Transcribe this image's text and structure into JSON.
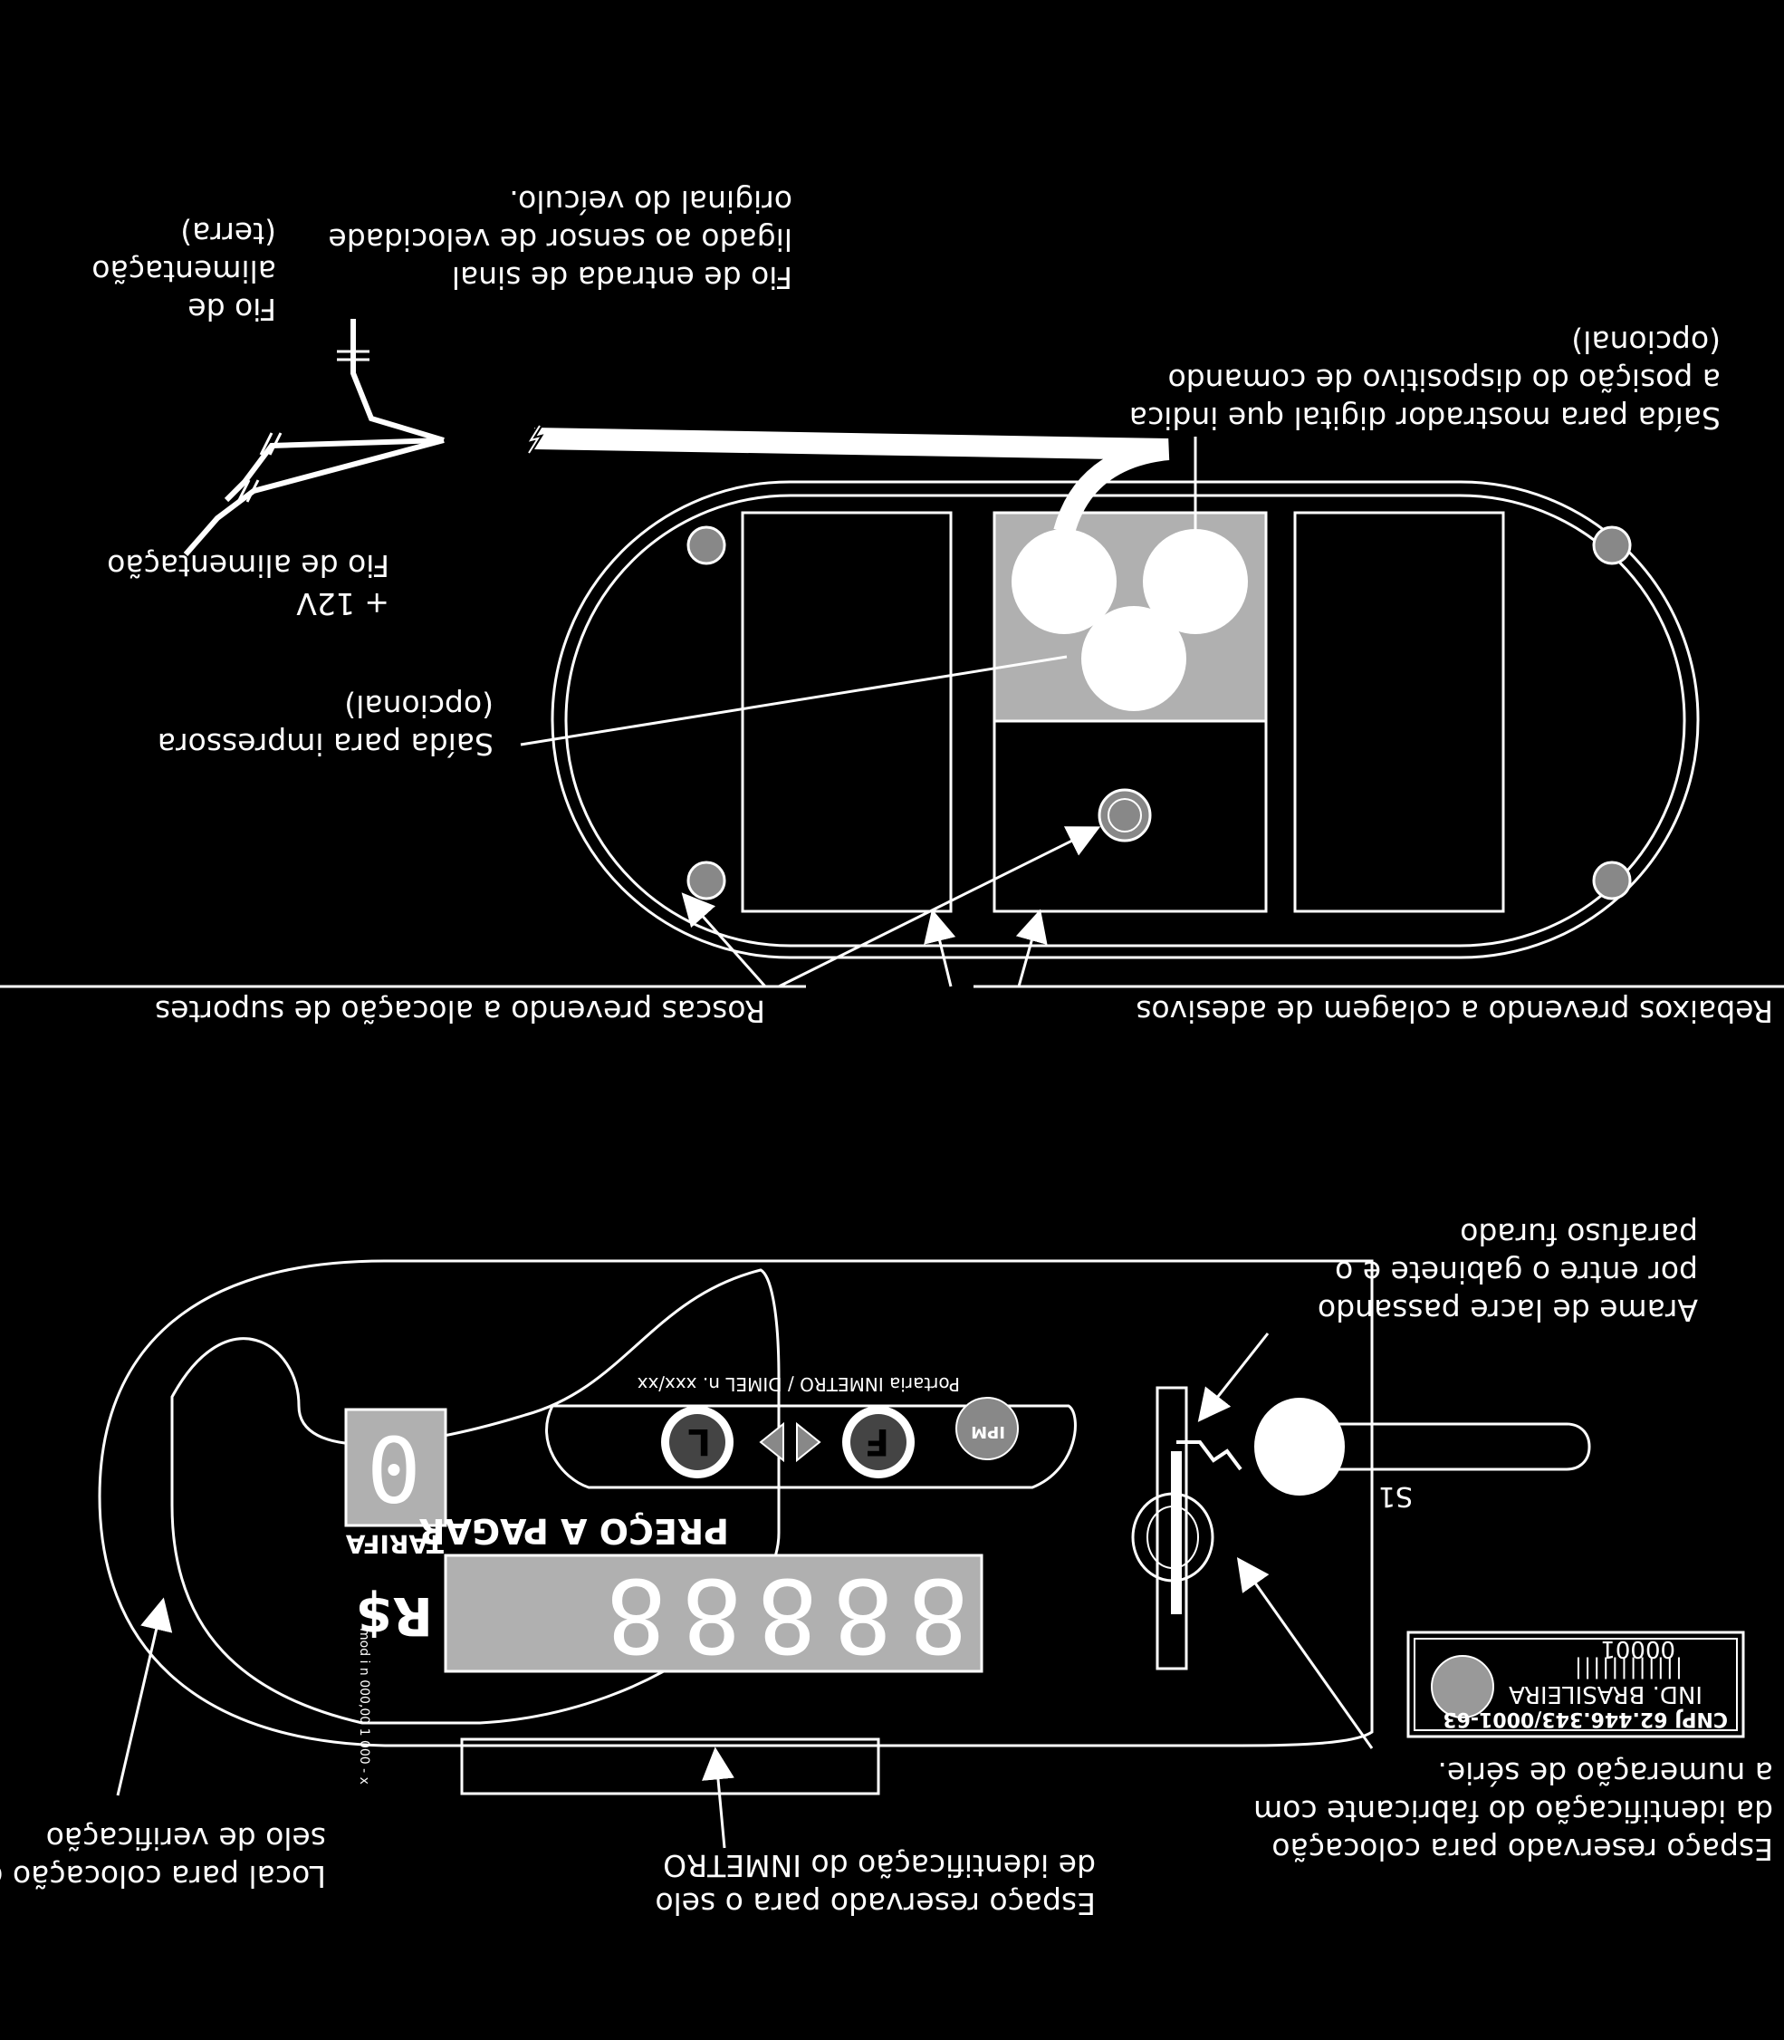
{
  "colors": {
    "background": "#000000",
    "ink": "#ffffff",
    "panel_gray": "#b0b0b0"
  },
  "top_diagram": {
    "wire_ground": {
      "line1": "Fio de",
      "line2": "alimentação",
      "line3": "(terra)"
    },
    "wire_signal": {
      "line1": "Fio de entrada de sinal",
      "line2": "ligado ao sensor de velocidade",
      "line3": "original do veículo."
    },
    "output_display": {
      "line1": "Saída para mostrador digital que indica",
      "line2": "a posição do dispositivo de comando",
      "line3": "(opcional)"
    },
    "wire_power": {
      "line1": "+ 12V",
      "line2": "Fio de alimentação"
    },
    "output_printer": {
      "line1": "Saída para impressora",
      "line2": "(opcional)"
    },
    "threads_label": "Roscas prevendo a alocação de  suportes",
    "recesses_label": "Rebaixos prevendo a colagem de adesivos"
  },
  "bottom_diagram": {
    "seal_wire": {
      "line1": "Arame de lacre passando",
      "line2": "por entre o gabinete e o",
      "line3": "parafuso furado"
    },
    "device": {
      "ordinance": "Portaria INMETRO / DIMEL n. xxx/xx",
      "button_left": "L",
      "button_right": "F",
      "tariff_label": "TARIFA",
      "tariff_digit": "0",
      "price_label": "PREÇO A PAGAR",
      "currency": "R$",
      "price_digits": "88888",
      "side_text": "mod i n 000,00 1 000 - x",
      "logo_text": "IPM"
    },
    "s1_label": "S1",
    "manufacturer_plate": {
      "cnpj": "CNPJ 62.446.343/0001-63",
      "country": "IND. BRASILEIRA",
      "barcode": "||||||||||||",
      "serial": "00001"
    },
    "verification_seal": {
      "line1": "Local para colocação de",
      "line2": "selo de verificação"
    },
    "inmetro_seal": {
      "line1": "Espaço reservado para o selo",
      "line2": "de identificação do INMETRO"
    },
    "manufacturer_space": {
      "line1": "Espaço reservado para colocação",
      "line2": "da identificação do fabricante com",
      "line3": "a numeração de série."
    }
  }
}
